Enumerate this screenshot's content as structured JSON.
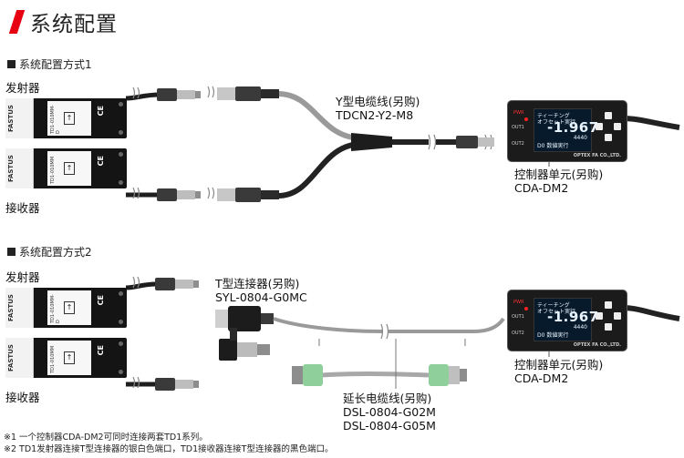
{
  "title": "系统配置",
  "config1": {
    "heading": "系统配置方式1",
    "emitter_label": "发射器",
    "receiver_label": "接收器",
    "cable_name": "Y型电缆线(另购)",
    "cable_model": "TDCN2-Y2-M8",
    "controller_name": "控制器单元(另购)",
    "controller_model": "CDA-DM2"
  },
  "config2": {
    "heading": "系统配置方式2",
    "emitter_label": "发射器",
    "receiver_label": "接收器",
    "connector_name": "T型连接器(另购)",
    "connector_model": "SYL-0804-G0MC",
    "ext_cable_name": "延长电缆线(另购)",
    "ext_cable_model_1": "DSL-0804-G02M",
    "ext_cable_model_2": "DSL-0804-G05M",
    "controller_name": "控制器单元(另购)",
    "controller_model": "CDA-DM2"
  },
  "sensor": {
    "brand": "FASTUS",
    "emitter_model": "TD1-010MM-D",
    "receiver_model": "TD1-010MM",
    "ce": "CE"
  },
  "controller": {
    "pwr": "PWR",
    "out1": "OUT1",
    "out2": "OUT2",
    "line1": "ティーチング",
    "line2": "オフセット実行",
    "value": "-1.967",
    "sub_value": "4440",
    "bottom": "D0 数値実行",
    "brand": "OPTEX FA CO.,LTD."
  },
  "footnotes": {
    "note1": "※1  一个控制器CDA-DM2可同时连接两套TD1系列。",
    "note2": "※2  TD1发射器连接T型连接器的银白色端口，TD1接收器连接T型连接器的黑色端口。"
  },
  "colors": {
    "accent": "#e60012",
    "cable_black": "#222222",
    "cable_gray": "#9a9a9a",
    "cable_green": "#8fcf9c"
  }
}
